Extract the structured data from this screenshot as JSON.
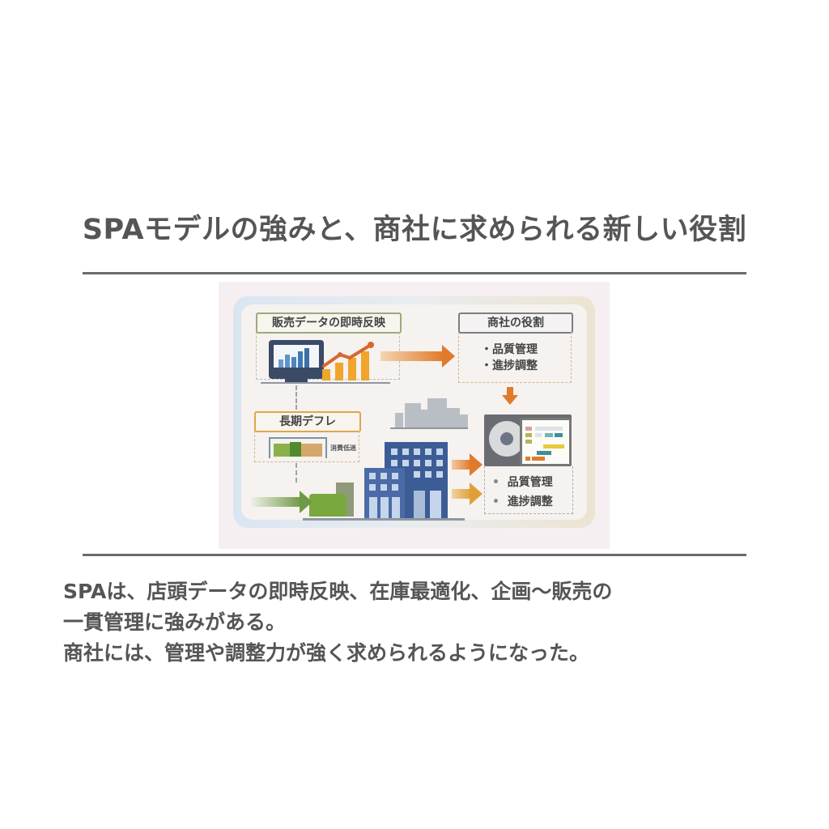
{
  "title": "SPAモデルの強みと、商社に求められる新しい役割",
  "figure": {
    "sales_data_label": "販売データの即時反映",
    "deflation_label": "長期デフレ",
    "consumption_note": "消費低迷",
    "trading_role_label": "商社の役割",
    "trading_role_items": [
      "・品質管理",
      "・進捗調整"
    ],
    "bottom_items": [
      "品質管理",
      "進捗調整"
    ],
    "colors": {
      "arrow_orange": "#e07a2c",
      "arrow_amber": "#e0a038",
      "arrow_green": "#6f9a45",
      "building_blue": "#3f5f98",
      "chart_orange": "#f0a52c"
    }
  },
  "body": {
    "lines": [
      "SPAは、店頭データの即時反映、在庫最適化、企画〜販売の",
      "一貫管理に強みがある。",
      "商社には、管理や調整力が強く求められるようになった。"
    ]
  }
}
